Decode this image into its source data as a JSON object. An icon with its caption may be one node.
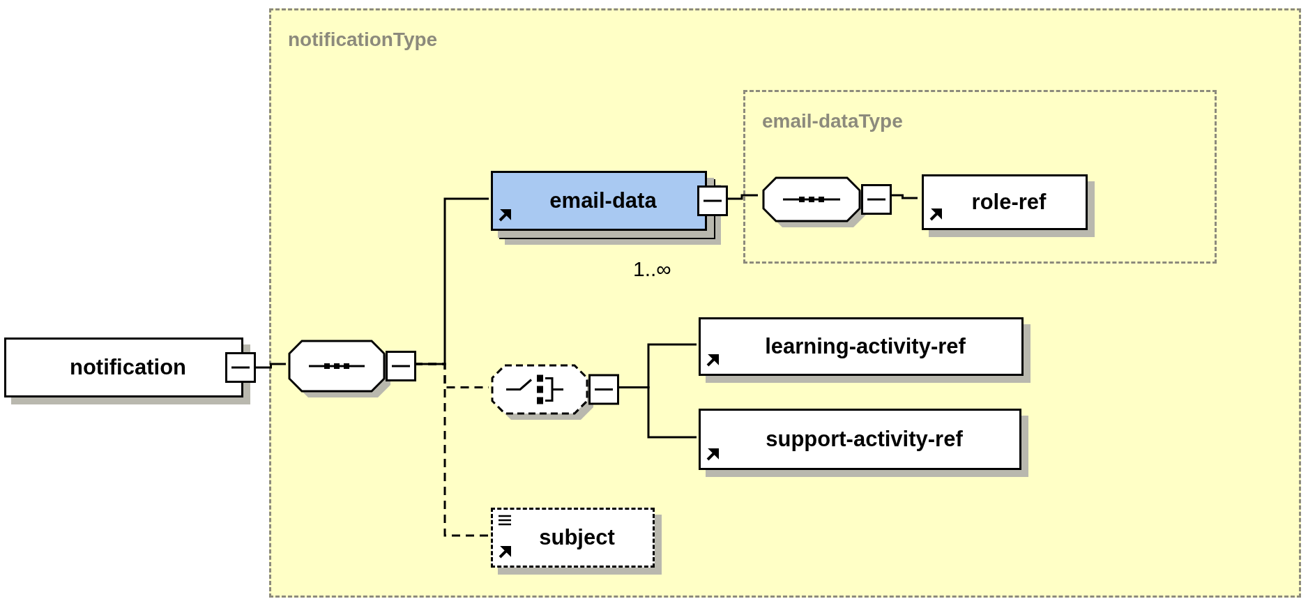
{
  "diagram": {
    "nodes": [
      {
        "text": [
          "notificationType"
        ]
      },
      {
        "text": [
          "notification"
        ]
      },
      {
        "text": [],
        "shape": "octagon",
        "in": 0
      },
      {
        "text": [
          "email-data"
        ],
        "in": 0,
        "beside": [
          "1..∞"
        ]
      },
      {
        "text": [
          "email-dataType"
        ],
        "in": 0
      },
      {
        "text": [],
        "shape": "octagon",
        "in": 4
      },
      {
        "text": [
          "role-ref"
        ],
        "in": 4
      },
      {
        "text": [],
        "shape": "octagon",
        "in": 0
      },
      {
        "text": [
          "learning-activity-ref"
        ],
        "in": 0
      },
      {
        "text": [
          "support-activity-ref"
        ],
        "in": 0
      },
      {
        "text": [
          "subject"
        ],
        "in": 0
      }
    ],
    "edges": [
      {
        "from": 1,
        "to": 2,
        "arrow": "none"
      },
      {
        "from": 2,
        "to": 3,
        "arrow": "none"
      },
      {
        "from": 2,
        "to": 7,
        "arrow": "none",
        "style": "dashed"
      },
      {
        "from": 2,
        "to": 10,
        "arrow": "none",
        "style": "dashed"
      },
      {
        "from": 3,
        "to": 5,
        "arrow": "none"
      },
      {
        "from": 5,
        "to": 6,
        "arrow": "none"
      },
      {
        "from": 7,
        "to": 8,
        "arrow": "none"
      },
      {
        "from": 7,
        "to": 9,
        "arrow": "none"
      }
    ]
  }
}
